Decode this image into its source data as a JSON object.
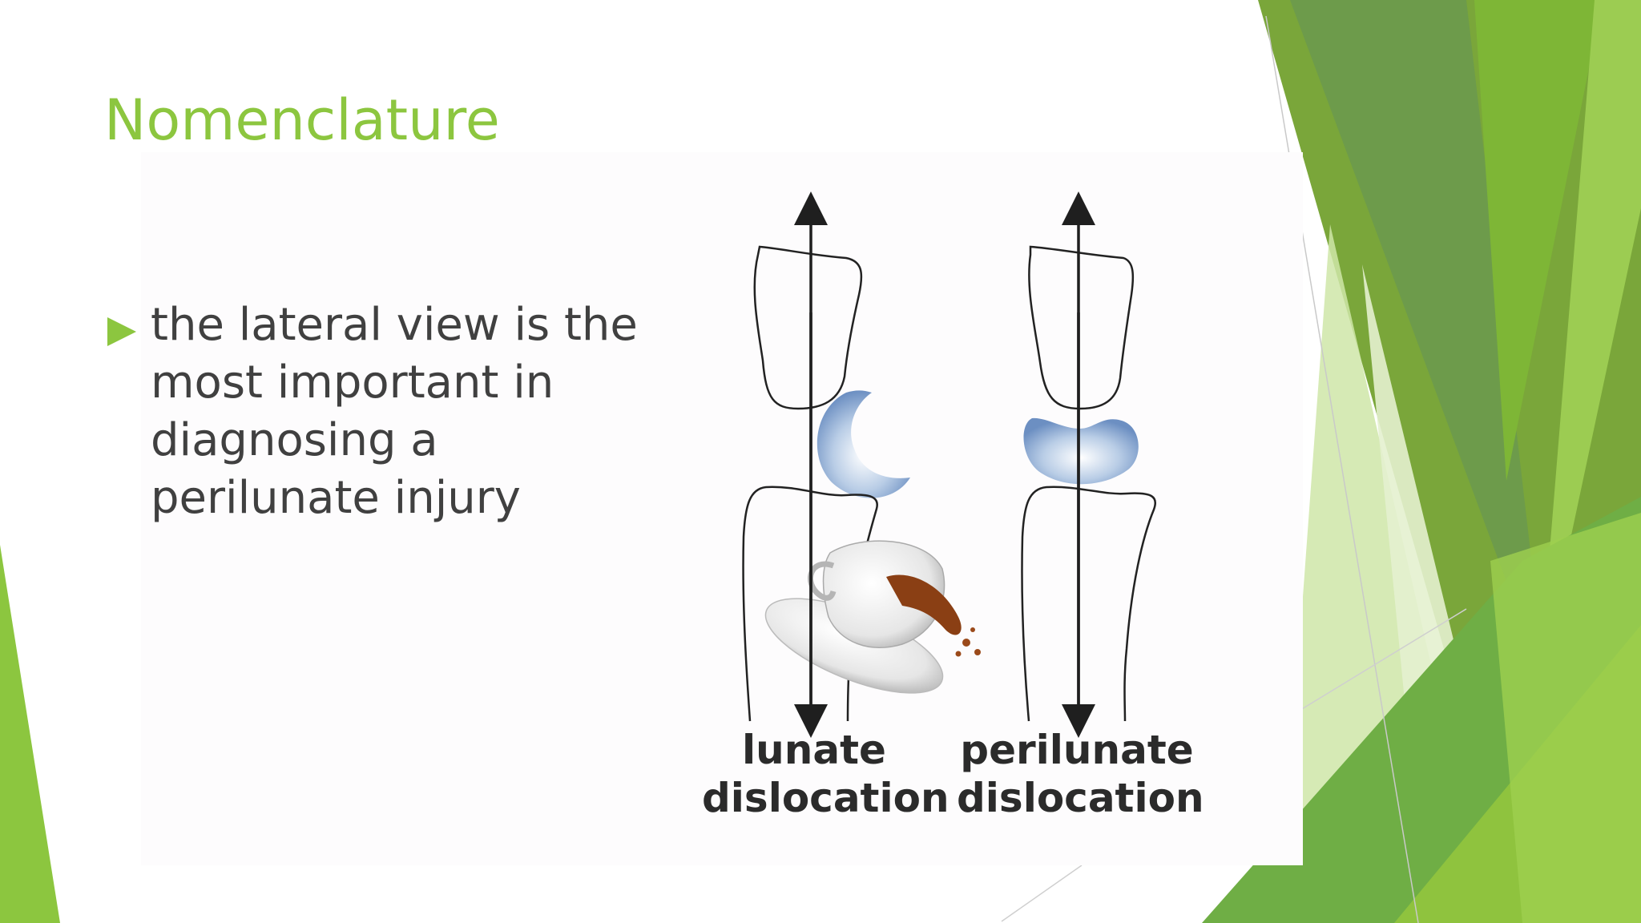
{
  "slide": {
    "title": "Nomenclature",
    "bullets": [
      {
        "text": "the lateral view is the most important in diagnosing a perilunate injury"
      }
    ],
    "accent_color": "#8cc63f"
  },
  "figure": {
    "left_label_line1": "lunate",
    "left_label_line2": "dislocation",
    "right_label_line1": "perilunate",
    "right_label_line2": "dislocation"
  }
}
